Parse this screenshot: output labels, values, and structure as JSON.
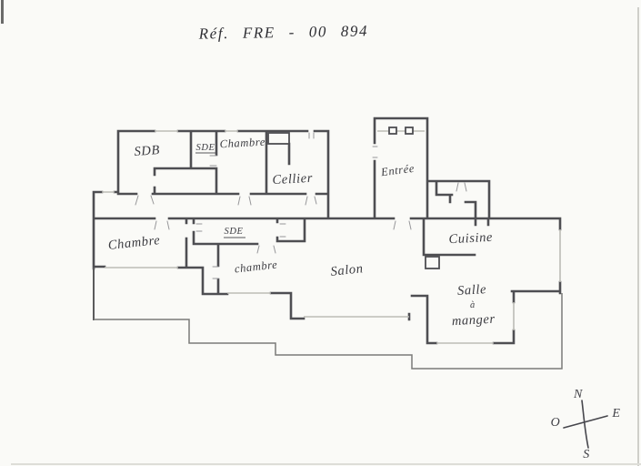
{
  "page": {
    "title": "Réf. FRE - 00 894"
  },
  "rooms": [
    {
      "id": "sdb",
      "label": "SDB"
    },
    {
      "id": "sde-top",
      "label": "SDE"
    },
    {
      "id": "chambre-top",
      "label": "Chambre"
    },
    {
      "id": "cellier",
      "label": "Cellier"
    },
    {
      "id": "entree",
      "label": "Entrée"
    },
    {
      "id": "chambre-left",
      "label": "Chambre"
    },
    {
      "id": "sde-middle",
      "label": "SDE"
    },
    {
      "id": "chambre-middle",
      "label": "chambre"
    },
    {
      "id": "salon",
      "label": "Salon"
    },
    {
      "id": "cuisine",
      "label": "Cuisine"
    },
    {
      "id": "salle-a-manger",
      "label": "Salle à manger",
      "lines": [
        "Salle",
        "à",
        "manger"
      ]
    }
  ],
  "compass": {
    "north": "N",
    "west": "O",
    "east": "E",
    "south": "S"
  },
  "colors": {
    "paper": "#fafaf7",
    "wall": "#4e4e52",
    "window": "#bcbcb6",
    "terrace_outline": "#7b7b78",
    "handwriting": "#3b3b40"
  }
}
